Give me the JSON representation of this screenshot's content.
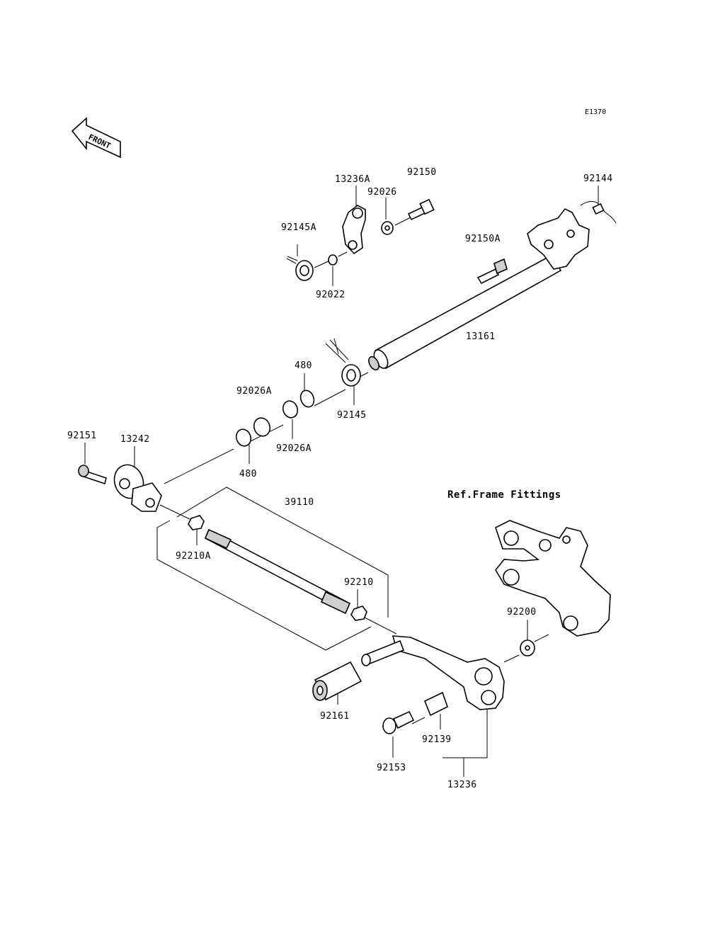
{
  "diagram_code": "E1370",
  "front_label": "FRONT",
  "reference_note": "Ref.Frame Fittings",
  "parts": {
    "p13236A": "13236A",
    "p92150": "92150",
    "p92026": "92026",
    "p92144": "92144",
    "p92145A": "92145A",
    "p92150A": "92150A",
    "p92022": "92022",
    "p13161": "13161",
    "p480_top": "480",
    "p92026A_top": "92026A",
    "p92145": "92145",
    "p92151": "92151",
    "p13242": "13242",
    "p92026A_bottom": "92026A",
    "p480_bottom": "480",
    "p39110": "39110",
    "p92210A": "92210A",
    "p92210": "92210",
    "p92200": "92200",
    "p92161": "92161",
    "p92139": "92139",
    "p92153": "92153",
    "p13236": "13236"
  }
}
